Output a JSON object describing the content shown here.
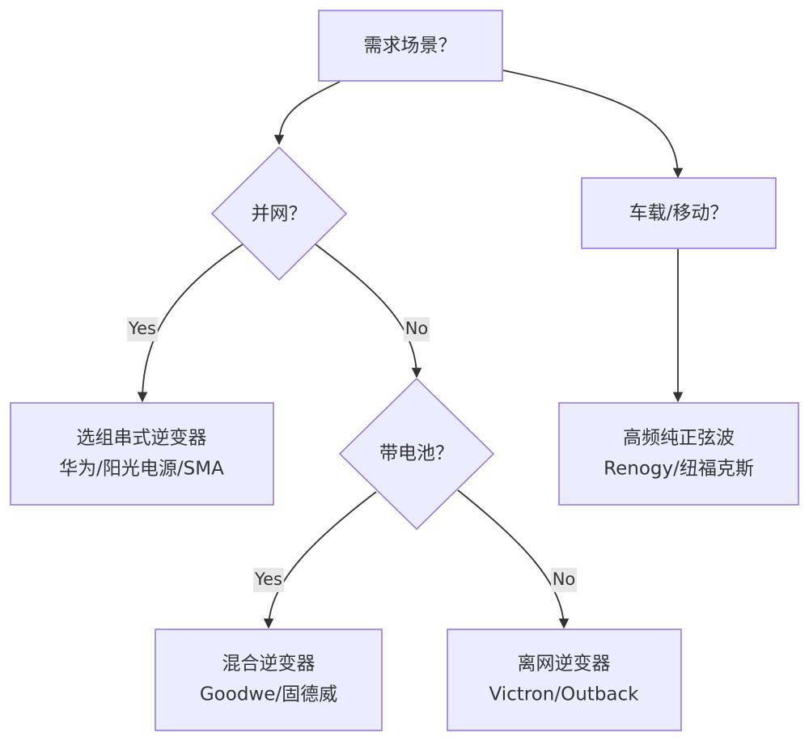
{
  "nodes": {
    "scenario": {
      "lines": [
        "需求场景？"
      ]
    },
    "grid_tied": {
      "lines": [
        "并网？"
      ]
    },
    "vehicle": {
      "lines": [
        "车载/移动？"
      ]
    },
    "string_inverter": {
      "lines": [
        "选组串式逆变器",
        "华为/阳光电源/SMA"
      ]
    },
    "battery": {
      "lines": [
        "带电池？"
      ]
    },
    "high_freq": {
      "lines": [
        "高频纯正弦波",
        "Renogy/纽福克斯"
      ]
    },
    "hybrid": {
      "lines": [
        "混合逆变器",
        "Goodwe/固德威"
      ]
    },
    "off_grid": {
      "lines": [
        "离网逆变器",
        "Victron/Outback"
      ]
    }
  },
  "edge_labels": {
    "grid_yes": "Yes",
    "grid_no": "No",
    "battery_yes": "Yes",
    "battery_no": "No"
  },
  "colors": {
    "node_fill": "#ECECFF",
    "node_stroke": "#9370DB",
    "edge": "#333333",
    "label_bg": "#E8E8E8"
  }
}
